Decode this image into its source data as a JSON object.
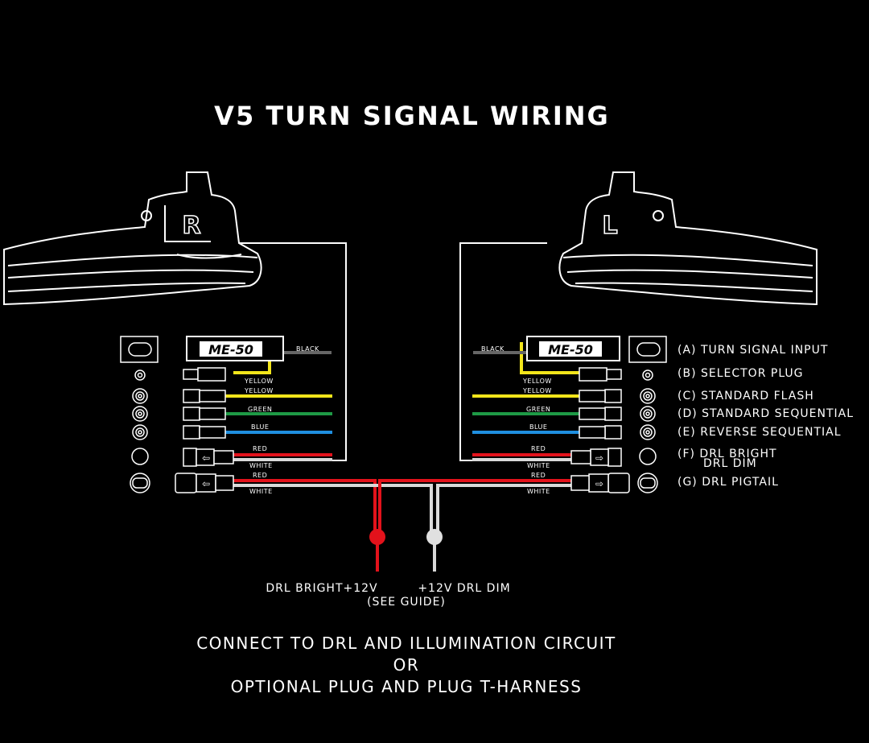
{
  "title": "V5 TURN SIGNAL WIRING",
  "housing": {
    "right_letter": "R",
    "left_letter": "L"
  },
  "module_label": "ME-50",
  "wire_labels": {
    "black": "BLACK",
    "yellow": "YELLOW",
    "green": "GREEN",
    "blue": "BLUE",
    "red": "RED",
    "white": "WHITE"
  },
  "legend": [
    {
      "label": "(A) TURN SIGNAL INPUT"
    },
    {
      "label": "(B) SELECTOR PLUG"
    },
    {
      "label": "(C) STANDARD FLASH"
    },
    {
      "label": "(D) STANDARD SEQUENTIAL"
    },
    {
      "label": "(E) REVERSE SEQUENTIAL"
    },
    {
      "label": "(F) DRL BRIGHT",
      "label2": "DRL DIM"
    },
    {
      "label": "(G) DRL PIGTAIL"
    }
  ],
  "outputs": {
    "bright": "DRL BRIGHT+12V",
    "bright_note": "(SEE GUIDE)",
    "dim": "+12V DRL DIM"
  },
  "footer": {
    "line1": "CONNECT TO DRL AND ILLUMINATION CIRCUIT",
    "line2": "OR",
    "line3": "OPTIONAL PLUG AND PLUG T-HARNESS"
  },
  "colors": {
    "black_wire": "#666666",
    "yellow": "#f2e51b",
    "green": "#1e9a46",
    "blue": "#1f8fe0",
    "red": "#e3121b",
    "white": "#d9d9d9"
  }
}
